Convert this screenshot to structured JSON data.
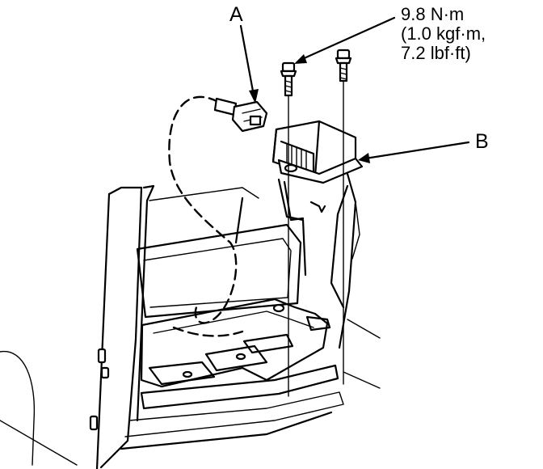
{
  "callouts": {
    "a": "A",
    "b": "B"
  },
  "torque": {
    "line1": "9.8 N·m",
    "line2": "(1.0 kgf·m,",
    "line3": "7.2 lbf·ft)"
  }
}
